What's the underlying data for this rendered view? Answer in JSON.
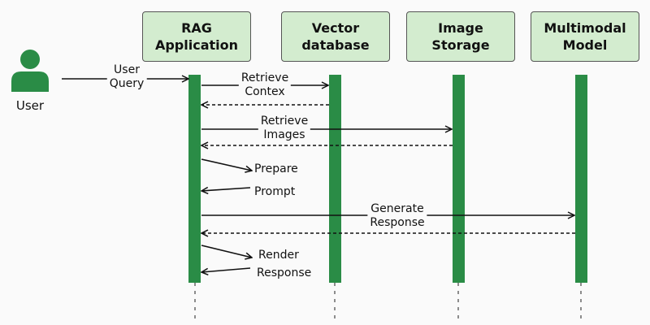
{
  "participants": {
    "rag": "RAG\nApplication",
    "vector": "Vector\ndatabase",
    "image": "Image\nStorage",
    "model": "Multimodal\nModel"
  },
  "actor": {
    "label": "User"
  },
  "messages": {
    "user_query": "User\nQuery",
    "retrieve_context": "Retrieve\nContex",
    "retrieve_images": "Retrieve\nImages",
    "prepare": "Prepare",
    "prompt": "Prompt",
    "generate_response": "Generate\nResponse",
    "render": "Render",
    "response": "Response"
  },
  "colors": {
    "activation": "#2a8c46",
    "participant_fill": "#d3eccf",
    "actor": "#2a8c46",
    "line": "#111111"
  }
}
